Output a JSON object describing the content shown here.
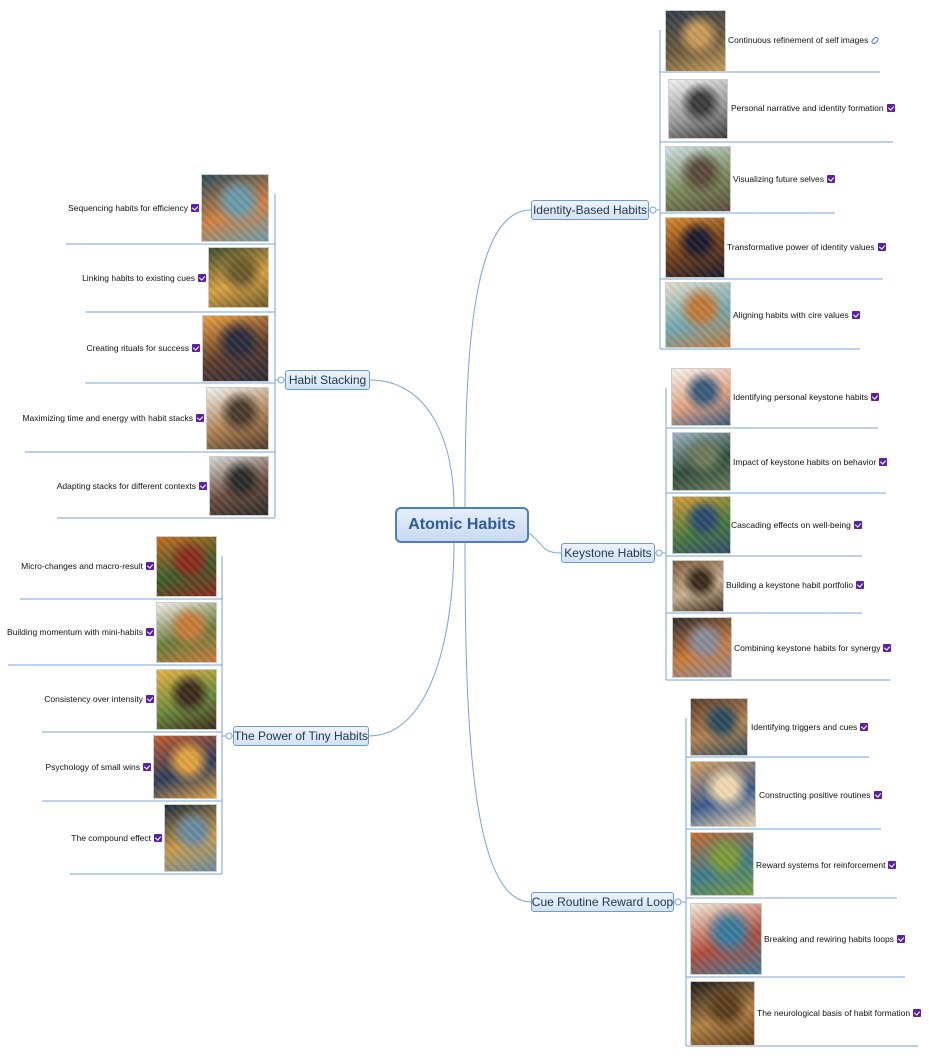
{
  "central": "Atomic Habits",
  "branches": [
    {
      "label": "Identity-Based Habits",
      "items": [
        {
          "text": "Continuous refinement of self images",
          "icon": "link-icon",
          "colors": [
            "#2c3a4a",
            "#6b5a3c",
            "#c89a5a"
          ]
        },
        {
          "text": "Personal narrative and identity formation",
          "icon": "task-icon",
          "colors": [
            "#f2f2f2",
            "#9a9a9a",
            "#3a3a3a"
          ]
        },
        {
          "text": "Visualizing future selves",
          "icon": "task-icon",
          "colors": [
            "#cfe2e8",
            "#7a8a5a",
            "#5a4a3a"
          ]
        },
        {
          "text": "Transformative power of identity values",
          "icon": "task-icon",
          "colors": [
            "#d88a2a",
            "#6b3a1a",
            "#1a1a2a"
          ]
        },
        {
          "text": "Aligning habits with cire values",
          "icon": "task-icon",
          "colors": [
            "#e8dccb",
            "#6fa7b0",
            "#c07a3a"
          ]
        }
      ]
    },
    {
      "label": "Keystone Habits",
      "items": [
        {
          "text": "Identifying personal keystone habits",
          "icon": "task-icon",
          "colors": [
            "#f7f4ee",
            "#e0a080",
            "#3a5a7a"
          ]
        },
        {
          "text": "Impact of keystone habits on behavior",
          "icon": "task-icon",
          "colors": [
            "#9fb4c4",
            "#2f4a3a",
            "#6a7a5a"
          ]
        },
        {
          "text": "Cascading effects on well-being",
          "icon": "task-icon",
          "colors": [
            "#d89a3a",
            "#4a7a3a",
            "#2a4a6a"
          ]
        },
        {
          "text": "Building a keystone habit portfolio",
          "icon": "task-icon",
          "colors": [
            "#7a5a3a",
            "#c8b090",
            "#3a2a1a"
          ]
        },
        {
          "text": "Combining keystone habits for synergy",
          "icon": "task-icon",
          "colors": [
            "#2a2a2a",
            "#c87a3a",
            "#8a8a9a"
          ]
        }
      ]
    },
    {
      "label": "Cue Routine Reward Loop",
      "items": [
        {
          "text": "Identifying triggers and cues",
          "icon": "task-icon",
          "colors": [
            "#5a3a2a",
            "#b08050",
            "#2a4a5a"
          ]
        },
        {
          "text": "Constructing positive routines",
          "icon": "task-icon",
          "colors": [
            "#d8a060",
            "#3a5a8a",
            "#f0d8b0"
          ]
        },
        {
          "text": "Reward systems for reinforcement",
          "icon": "task-icon",
          "colors": [
            "#c86a2a",
            "#3a7a8a",
            "#7a9a3a"
          ]
        },
        {
          "text": "Breaking and rewiring habits loops",
          "icon": "task-icon",
          "colors": [
            "#f4ecdc",
            "#b04a3a",
            "#3a7a9a"
          ]
        },
        {
          "text": "The neurological basis of habit formation",
          "icon": "task-icon",
          "colors": [
            "#1a1a1a",
            "#b08040",
            "#5a3a1a"
          ]
        }
      ]
    },
    {
      "label": "Habit Stacking",
      "items": [
        {
          "text": "Sequencing habits for efficiency",
          "icon": "task-icon",
          "colors": [
            "#2a4a5a",
            "#d08040",
            "#6a9aaa"
          ]
        },
        {
          "text": "Linking habits to existing cues",
          "icon": "task-icon",
          "colors": [
            "#3a4a2a",
            "#d8a040",
            "#6a5a2a"
          ]
        },
        {
          "text": "Creating rituals for success",
          "icon": "task-icon",
          "colors": [
            "#f0a040",
            "#5a3a2a",
            "#2a2a3a"
          ]
        },
        {
          "text": "Maximizing time and energy with habit stacks",
          "icon": "task-icon",
          "colors": [
            "#f2f2f2",
            "#b08050",
            "#4a3a2a"
          ]
        },
        {
          "text": "Adapting stacks for different contexts",
          "icon": "task-icon",
          "colors": [
            "#d8d8d8",
            "#6a4a3a",
            "#2a2a2a"
          ]
        }
      ]
    },
    {
      "label": "The Power of Tiny Habits",
      "items": [
        {
          "text": "Micro-changes and macro-result",
          "icon": "task-icon",
          "colors": [
            "#c86a1a",
            "#3a5a2a",
            "#8a2a1a"
          ]
        },
        {
          "text": "Building momentum with mini-habits",
          "icon": "task-icon",
          "colors": [
            "#f4f0ea",
            "#6a7a3a",
            "#c87a3a"
          ]
        },
        {
          "text": "Consistency over intensity",
          "icon": "task-icon",
          "colors": [
            "#e8b040",
            "#6a8a3a",
            "#3a2a1a"
          ]
        },
        {
          "text": "Psychology of small wins",
          "icon": "task-icon",
          "colors": [
            "#c85a2a",
            "#2a3a5a",
            "#e0a040"
          ]
        },
        {
          "text": "The compound effect",
          "icon": "task-icon",
          "colors": [
            "#1a2a3a",
            "#c89a4a",
            "#6a8aa0"
          ]
        }
      ]
    }
  ]
}
